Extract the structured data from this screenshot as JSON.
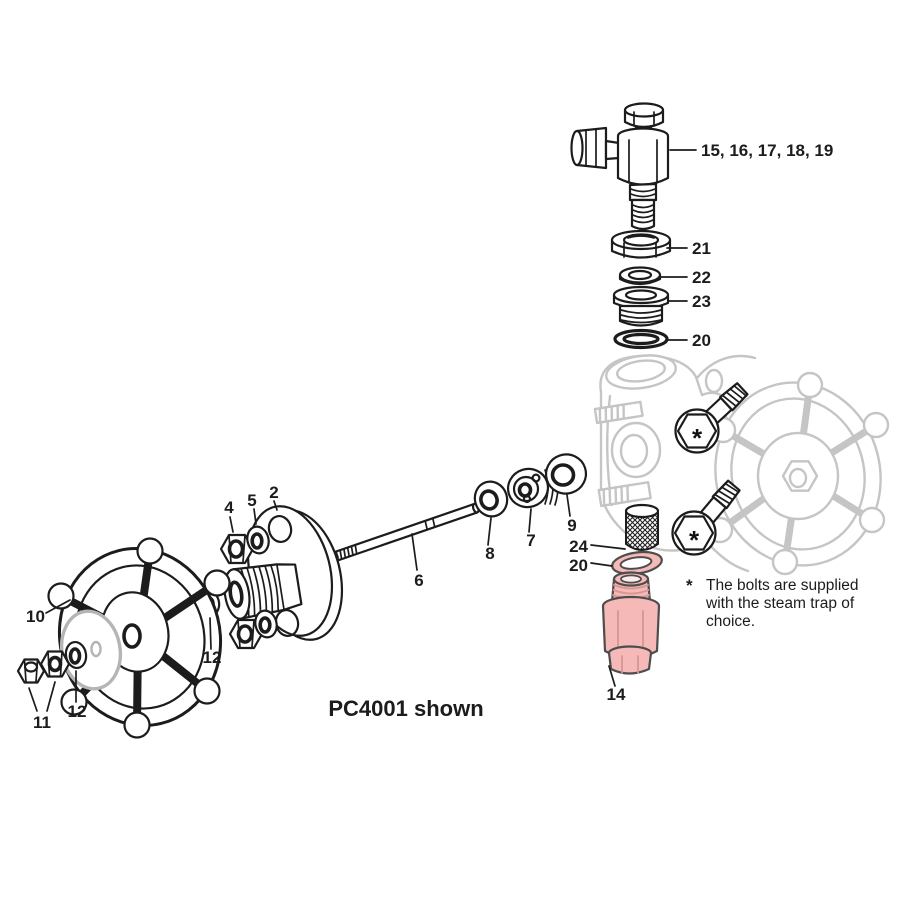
{
  "diagram": {
    "caption": "PC4001 shown",
    "footnote": {
      "marker": "*",
      "line1": "The bolts are supplied",
      "line2": "with the steam trap of",
      "line3": "choice."
    },
    "bolt_marker": "*",
    "colors": {
      "line": "#1c1c1c",
      "ghost_gray": "#c5c5c5",
      "nameplate_gray": "#b5b5b5",
      "highlight_pink": "#f5b9b7",
      "background": "#ffffff"
    },
    "labels": {
      "valve_group": "15, 16, 17, 18, 19",
      "nut_21": "21",
      "washer_22": "22",
      "bushing_23": "23",
      "oring_top_20": "20",
      "handwheel_10": "10",
      "nuts_11": "11",
      "washer_12_left": "12",
      "washer_12_mid": "12",
      "nut_4": "4",
      "washer_5": "5",
      "flange_2": "2",
      "spindle_6": "6",
      "washer_8": "8",
      "gland_7": "7",
      "washer_9": "9",
      "strainer_24": "24",
      "oring_bottom_20": "20",
      "fitting_14": "14"
    }
  }
}
